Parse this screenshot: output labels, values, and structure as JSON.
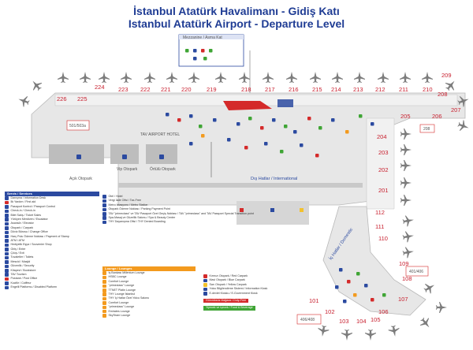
{
  "header": {
    "title_tr": "İstanbul Atatürk Havalimanı - Gidiş Katı",
    "title_en": "Istanbul Atatürk Airport - Departure Level"
  },
  "map": {
    "gates_top": [
      "226",
      "225",
      "224",
      "223",
      "222",
      "221",
      "220",
      "219",
      "218",
      "217",
      "216",
      "215",
      "214",
      "213",
      "212",
      "211",
      "210",
      "209"
    ],
    "gates_right": [
      "208",
      "207",
      "206",
      "205",
      "204",
      "203",
      "202",
      "201"
    ],
    "gates_lower": [
      "112",
      "111",
      "110",
      "109",
      "108",
      "107",
      "106",
      "105",
      "104",
      "103",
      "102",
      "101"
    ],
    "areas": {
      "mezzanine": "Mezzanine / Asma Kat",
      "international": "Dış Hatlar / International",
      "domestic": "İç Hatlar / Domestic",
      "open_carpark": "Açık Otopark",
      "vip_carpark": "Vip Otopark",
      "covered_carpark": "Örtülü Otopark",
      "hotel": "TAV AIRPORT HOTEL",
      "box_1": "501/503a",
      "box_2": "406/408",
      "box_3": "401/406",
      "box_4": "208"
    }
  },
  "legend": {
    "services_header": "Servis / Services",
    "services": [
      {
        "label": "Danışma / Information Desk",
        "color": "#2b4aa0"
      },
      {
        "label": "İlk Yardım / First aid",
        "color": "#d42a2a"
      },
      {
        "label": "Pasaport Kontrol / Passport Control",
        "color": "#2b4aa0"
      },
      {
        "label": "Check-in / Check-in",
        "color": "#2b4aa0"
      },
      {
        "label": "Bilet Satış / Ticket Sales",
        "color": "#2b4aa0"
      },
      {
        "label": "Yürüyen Merdiven / Escalator",
        "color": "#2b4aa0"
      },
      {
        "label": "Asansör / Elevator",
        "color": "#2b4aa0"
      },
      {
        "label": "Otopark / Carpark",
        "color": "#2b4aa0"
      },
      {
        "label": "Döviz Bürosu / Change Office",
        "color": "#2b4aa0"
      },
      {
        "label": "Harç Pulu Ödeme Noktası / Payment of Stamp",
        "color": "#2b4aa0"
      },
      {
        "label": "ATM / ATM",
        "color": "#2b4aa0"
      },
      {
        "label": "Hediyelik Eşya / Souvenier Shop",
        "color": "#2b4aa0"
      },
      {
        "label": "Giriş / Enter",
        "color": "#2b4aa0"
      },
      {
        "label": "Çıkış / Exit",
        "color": "#2b4aa0"
      },
      {
        "label": "Tuvaletler / Toilets",
        "color": "#2b4aa0"
      },
      {
        "label": "Mescid / Masjid",
        "color": "#2b4aa0"
      },
      {
        "label": "Güvenlik / Security",
        "color": "#2b4aa0"
      },
      {
        "label": "Kitapevi / Bookstore",
        "color": "#2b4aa0"
      },
      {
        "label": "TAV Tourism",
        "color": "#2b4aa0"
      },
      {
        "label": "Postane / Post Office",
        "color": "#d42a2a"
      },
      {
        "label": "Kuaför / Coiffeur",
        "color": "#2b4aa0"
      },
      {
        "label": "Engelli Platformu / Disabled Platform",
        "color": "#2b4aa0"
      }
    ],
    "services2": [
      {
        "label": "Otel / Hotel",
        "color": "#2b4aa0"
      },
      {
        "label": "Vergi İade Ofisi / Tax-Free",
        "color": "#2b4aa0"
      },
      {
        "label": "Metro İstasyonu / Metro Station",
        "color": "#2b4aa0"
      },
      {
        "label": "Otopark Ödeme Noktası / Parking Payment Point",
        "color": "#2b4aa0"
      },
      {
        "label": "TAV \"primeclass\" ve TAV Pasaport Özel Geçiş Noktası / TAV \"primeclass\" and TAV Passport Special Transition point",
        "color": "#2b4aa0"
      },
      {
        "label": "Spa-Masaj ve Güzellik Salonu / Spa & Beauty Center",
        "color": "#2b4aa0"
      },
      {
        "label": "THY Dayanışma Ofisi / THY Denied Boarding",
        "color": "#2b4aa0"
      }
    ],
    "lounges_header": "Lounge / Lounges",
    "lounges": [
      "İş Bankası Millenium Lounge",
      "HSBC Lounge",
      "Comfort Lounge",
      "\"primeclass\" Lounge",
      "TTNET Platin Lounge",
      "THY Lounge İstanbul",
      "THY İç Hatlar Özel Yolcu Salonu",
      "Comfort Lounge",
      "\"primeclass\" Lounge",
      "Emirates Lounge",
      "SkyTeam Lounge"
    ],
    "carparks": [
      {
        "label": "Kırmızı Otopark / Red Carpark",
        "color": "#d42a2a"
      },
      {
        "label": "Mavi Otopark / Blue Carpark",
        "color": "#2b4aa0"
      },
      {
        "label": "Sarı Otopark / Yellow Carpark",
        "color": "#f2c12e"
      },
      {
        "label": "Yolcu Bilgilendirme Sistemi / Information Kiosk",
        "color": "#2b4aa0"
      },
      {
        "label": "E-devlet Kiosku / E-Government Kiosk",
        "color": "#2b4aa0"
      }
    ],
    "dutyfree_label": "Gümrüksüz Mağaza / Duty-Free",
    "food_label": "Yiyecek ve İçecek / Food & Beverage",
    "colors": {
      "blue": "#2b4aa0",
      "orange": "#f39a1e",
      "red": "#d42a2a",
      "green": "#3fa535",
      "gate_red": "#c8202f"
    }
  }
}
